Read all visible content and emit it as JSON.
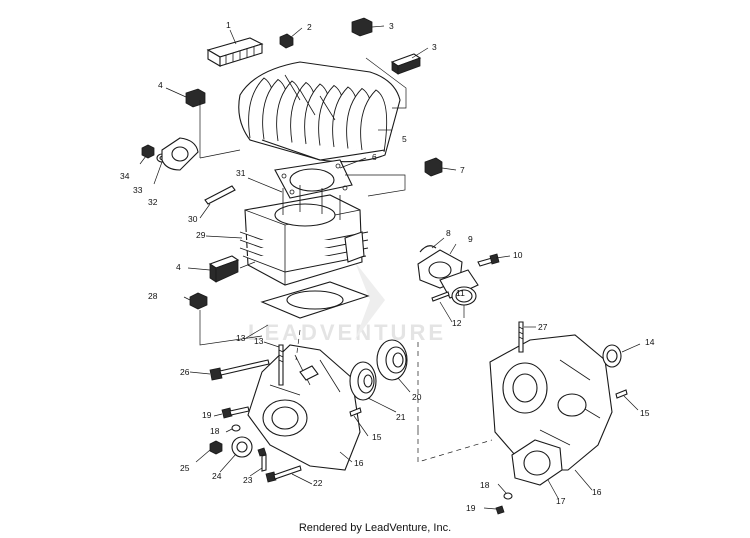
{
  "watermark": "LEADVENTURE",
  "credit": "Rendered by LeadVenture, Inc.",
  "callouts": [
    "1",
    "2",
    "3",
    "3",
    "4",
    "5",
    "34",
    "33",
    "32",
    "6",
    "7",
    "31",
    "30",
    "29",
    "8",
    "9",
    "10",
    "4",
    "11",
    "28",
    "12",
    "13",
    "27",
    "13",
    "14",
    "26",
    "21",
    "20",
    "19",
    "15",
    "18",
    "15",
    "25",
    "24",
    "23",
    "22",
    "16",
    "18",
    "17",
    "16",
    "19"
  ]
}
